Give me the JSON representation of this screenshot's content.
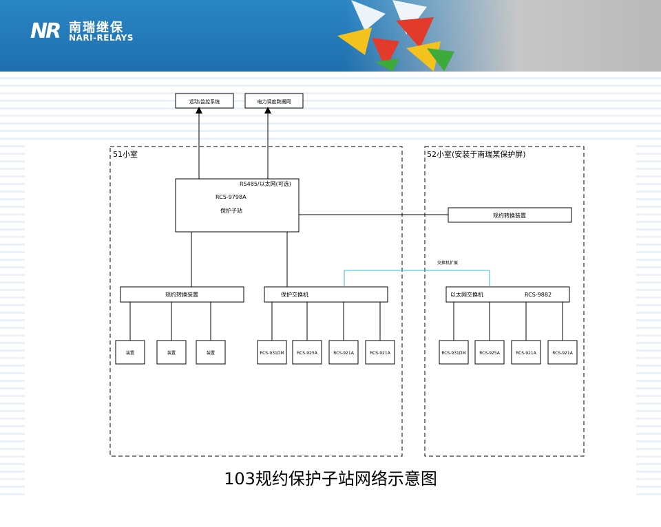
{
  "header": {
    "logo_mark": "NR",
    "logo_cn": "南瑞继保",
    "logo_en": "NARI-RELAYS"
  },
  "diagram": {
    "systems": [
      "远动/监控系统",
      "电力调度数据网"
    ],
    "room51": {
      "label": "51小室"
    },
    "room52": {
      "label": "52小室(安装于南瑞某保护屏)"
    },
    "substation": {
      "line1": "RS485/以太网(可选)",
      "line2": "RCS-9798A",
      "line3": "保护子站"
    },
    "converter_right": "规约转换装置",
    "switch_left": "规约转换装置",
    "switch_mid": "保护交换机",
    "switch_right": {
      "left": "以太网交换机",
      "right": "RCS-9882"
    },
    "room52_note": "交换机扩展",
    "devices_left": [
      "装置",
      "装置",
      "装置"
    ],
    "devices_mid": [
      "RCS-931DM",
      "RCS-925A",
      "RCS-921A",
      "RCS-921A"
    ],
    "devices_right": [
      "RCS-931DM",
      "RCS-925A",
      "RCS-921A",
      "RCS-921A"
    ]
  },
  "title": "103规约保护子站网络示意图"
}
